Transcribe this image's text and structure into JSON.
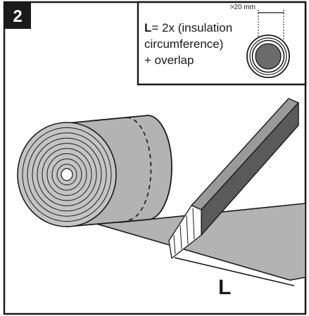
{
  "step": {
    "number": "2"
  },
  "formula": {
    "variable": "L",
    "line1_rest": "= 2x (insulation",
    "line2": "circumference)",
    "line3": "+ overlap"
  },
  "overlap_dimension": {
    "label": ">20 mm"
  },
  "cut_length": {
    "label": "L"
  },
  "colors": {
    "frame": "#1a1a1a",
    "insulation_grey": "#b3b3b3",
    "pipe_grey": "#6b6b6b",
    "knife_dark": "#5a5a5a",
    "knife_light": "#9a9a9a"
  }
}
